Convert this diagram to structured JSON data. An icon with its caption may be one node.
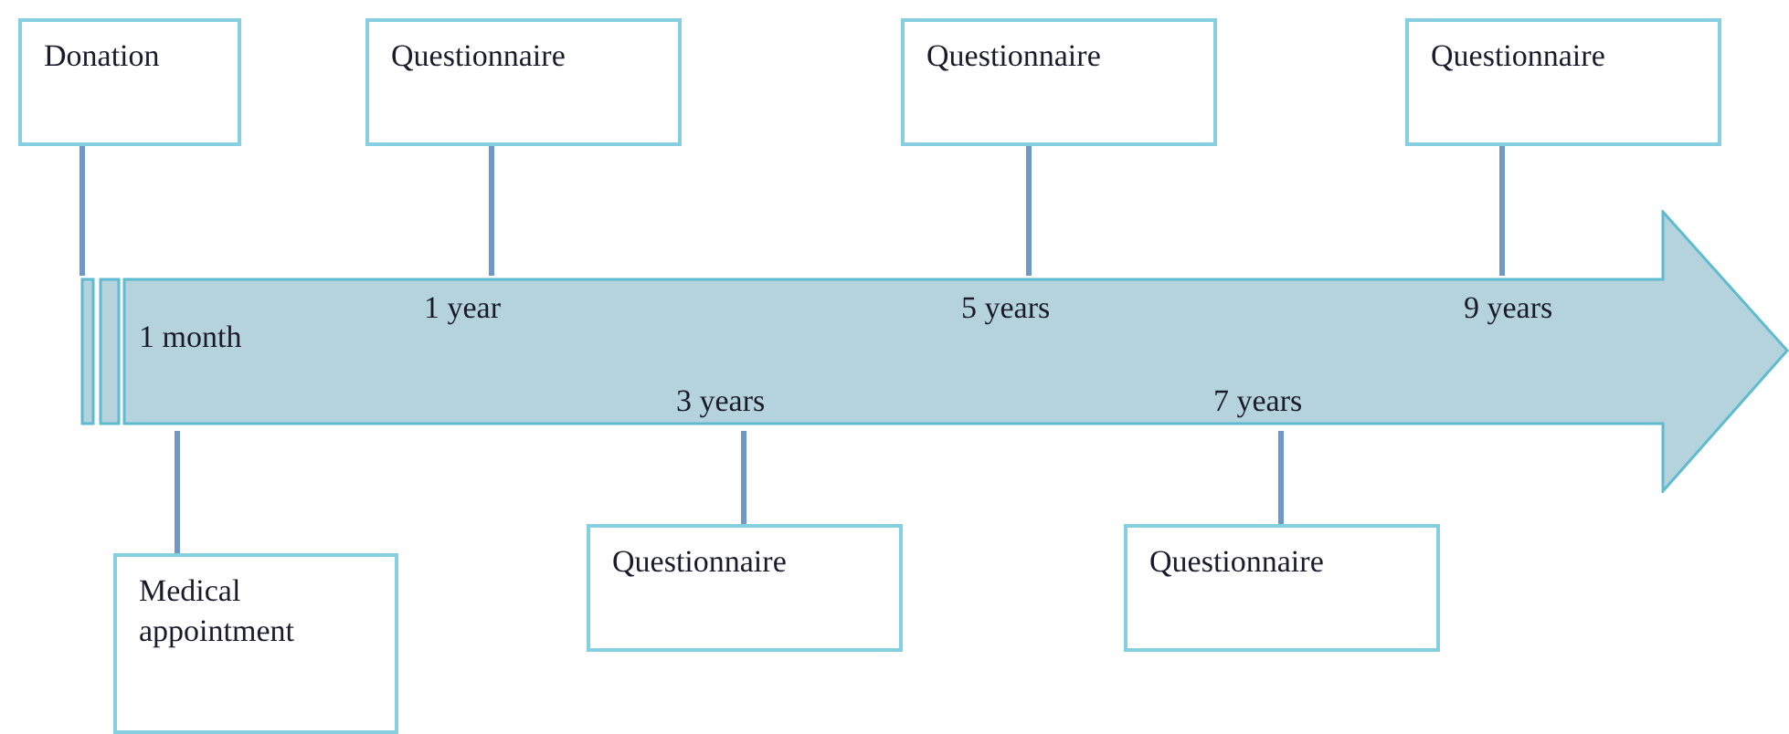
{
  "diagram": {
    "nodes": [
      {
        "text": [
          "Donation"
        ]
      },
      {
        "text": [
          "Questionnaire"
        ]
      },
      {
        "text": [
          "Questionnaire"
        ]
      },
      {
        "text": [
          "Questionnaire"
        ]
      },
      {
        "text": [
          "1 month",
          "1 year",
          "3 years",
          "5 years",
          "7 years",
          "9 years"
        ]
      },
      {
        "text": [
          "Medical appointment"
        ]
      },
      {
        "text": [
          "Questionnaire"
        ]
      },
      {
        "text": [
          "Questionnaire"
        ]
      }
    ],
    "edges": [
      {
        "from": 0,
        "to": 4,
        "arrow": "none"
      },
      {
        "from": 1,
        "to": 4,
        "arrow": "none"
      },
      {
        "from": 2,
        "to": 4,
        "arrow": "none"
      },
      {
        "from": 3,
        "to": 4,
        "arrow": "none"
      },
      {
        "from": 5,
        "to": 4,
        "arrow": "none"
      },
      {
        "from": 6,
        "to": 4,
        "arrow": "none"
      },
      {
        "from": 7,
        "to": 4,
        "arrow": "none"
      }
    ]
  }
}
